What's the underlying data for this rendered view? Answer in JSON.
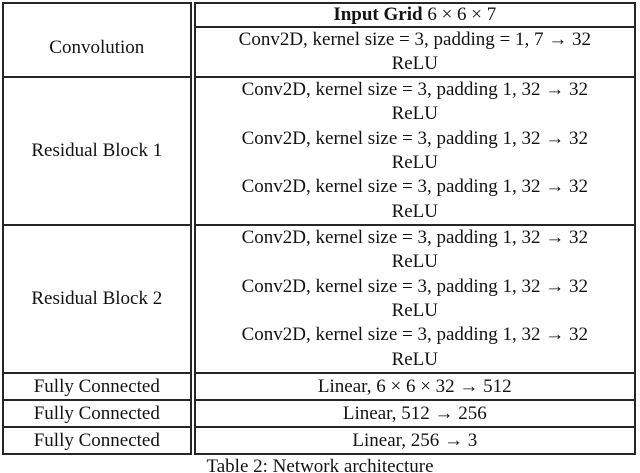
{
  "table": {
    "caption": "Table 2: Network architecture",
    "header": {
      "bold": "Input Grid",
      "math": " 6 × 6 × 7"
    },
    "groups": [
      {
        "label": "Convolution",
        "lines": [
          "Conv2D, kernel size = 3, padding = 1, 7 → 32",
          "ReLU"
        ]
      },
      {
        "label": "Residual Block 1",
        "lines": [
          "Conv2D, kernel size = 3, padding 1, 32 → 32",
          "ReLU",
          "Conv2D, kernel size = 3, padding 1, 32 → 32",
          "ReLU",
          "Conv2D, kernel size = 3, padding 1, 32 → 32",
          "ReLU"
        ]
      },
      {
        "label": "Residual Block 2",
        "lines": [
          "Conv2D, kernel size = 3, padding 1, 32 → 32",
          "ReLU",
          "Conv2D, kernel size = 3, padding 1, 32 → 32",
          "ReLU",
          "Conv2D, kernel size = 3, padding 1, 32 → 32",
          "ReLU"
        ]
      },
      {
        "label": "Fully Connected",
        "lines": [
          "Linear, 6 × 6 × 32 → 512"
        ]
      },
      {
        "label": "Fully Connected",
        "lines": [
          "Linear, 512 → 256"
        ]
      },
      {
        "label": "Fully Connected",
        "lines": [
          "Linear, 256 → 3"
        ]
      }
    ]
  }
}
